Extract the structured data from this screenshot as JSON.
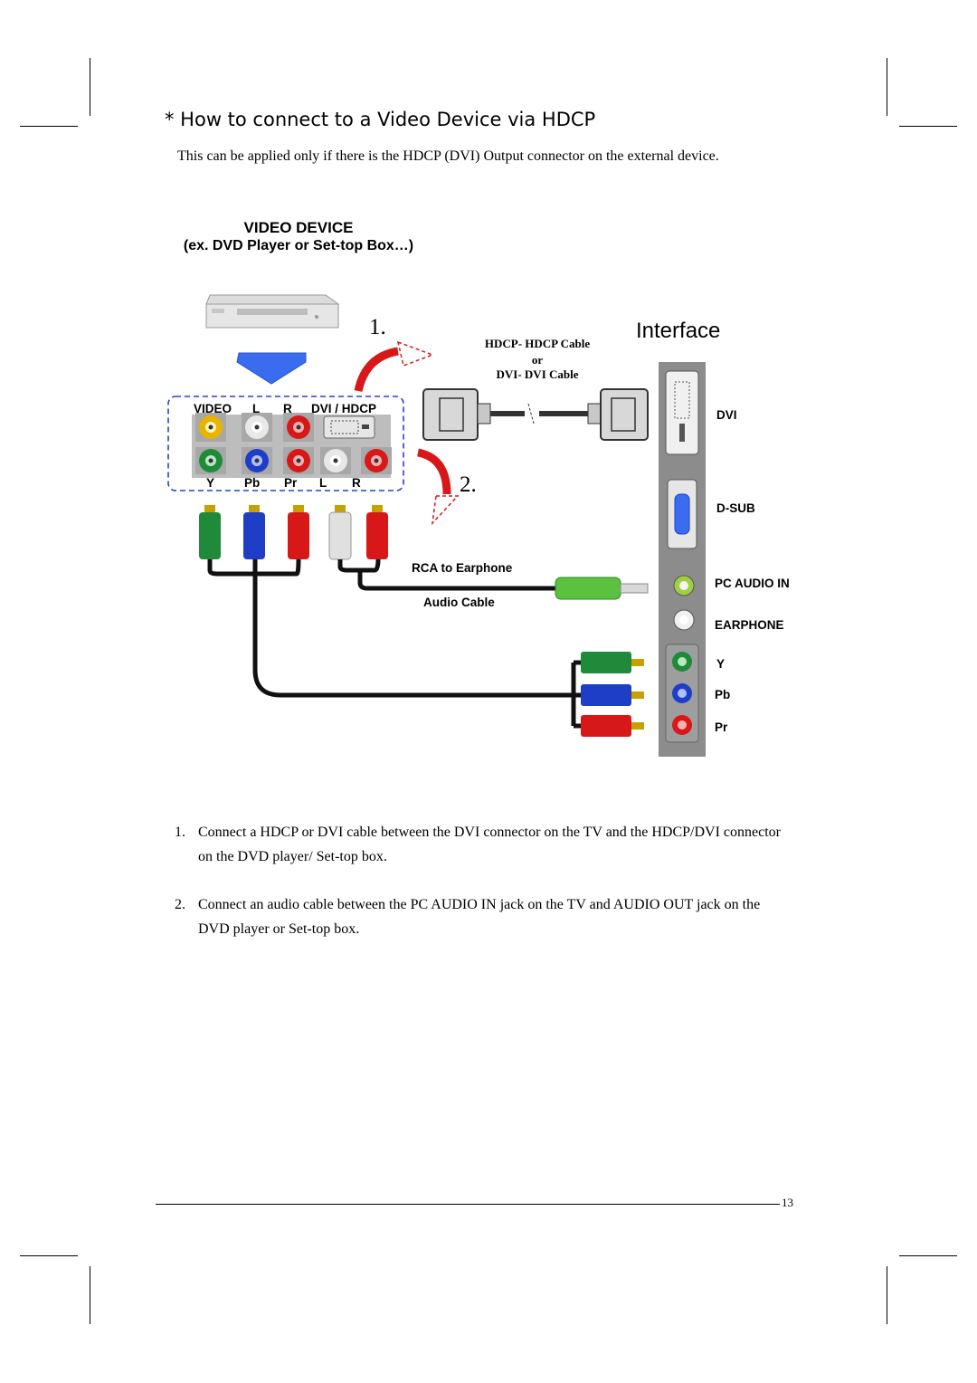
{
  "page": {
    "title": "* How to connect to a Video Device via HDCP",
    "intro": "This can be applied only if there is the HDCP (DVI) Output connector on the external device.",
    "page_number": "13"
  },
  "diagram": {
    "device_title": "VIDEO DEVICE",
    "device_subtitle": "(ex. DVD Player or Set-top Box…)",
    "step1_marker": "1.",
    "step2_marker": "2.",
    "interface_label": "Interface",
    "dvi_cable_line1": "HDCP- HDCP Cable",
    "dvi_cable_line2": "or",
    "dvi_cable_line3": "DVI- DVI Cable",
    "audio_cable_line1": "RCA to Earphone",
    "audio_cable_line2": "Audio Cable",
    "device_panel": {
      "top_labels": [
        "VIDEO",
        "L",
        "R",
        "DVI / HDCP"
      ],
      "bottom_labels": [
        "Y",
        "Pb",
        "Pr",
        "L",
        "R"
      ]
    },
    "tv_panel_labels": {
      "dvi": "DVI",
      "dsub": "D-SUB",
      "pc_audio_in": "PC AUDIO IN",
      "earphone": "EARPHONE",
      "y": "Y",
      "pb": "Pb",
      "pr": "Pr"
    },
    "colors": {
      "green": "#1e8a3a",
      "blue": "#1f3ec8",
      "red": "#d81818",
      "white": "#e8e8e8",
      "yellow": "#e8b400",
      "panel_gray": "#8c8c8c",
      "arrow_blue": "#3a6cf0"
    }
  },
  "instructions": [
    {
      "number": "1.",
      "text": "Connect a HDCP or DVI cable between the DVI connector on the TV and the HDCP/DVI connector on the DVD player/ Set-top box."
    },
    {
      "number": "2.",
      "text": "Connect an audio cable between the PC AUDIO IN jack on the TV and AUDIO OUT jack on the DVD player or Set-top box."
    }
  ]
}
